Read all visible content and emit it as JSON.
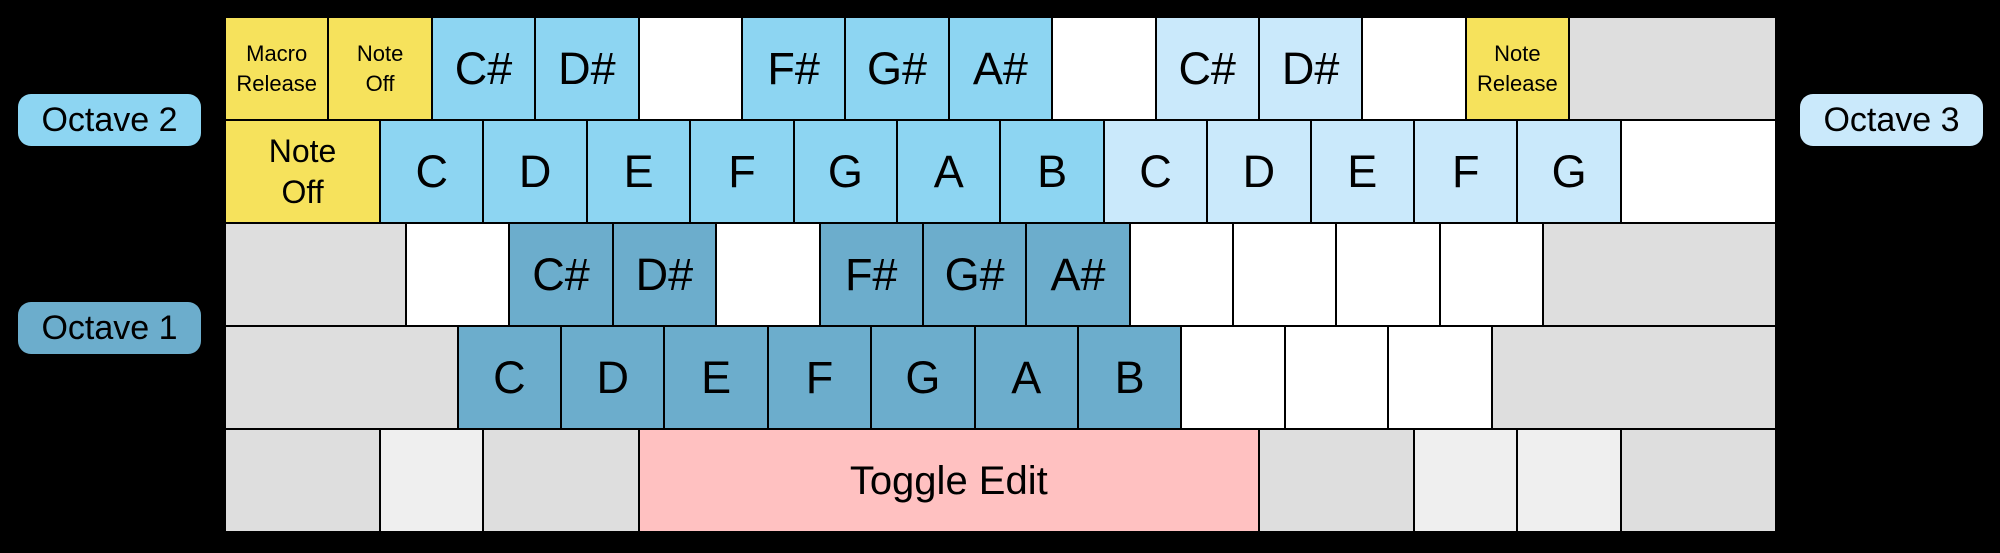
{
  "palette": {
    "yellow": "#F6E25C",
    "oct1": "#6CADCC",
    "oct2": "#8DD5F2",
    "oct3": "#CAE9FB",
    "white": "#FFFFFF",
    "gray": "#DEDEDE",
    "graylight": "#EFEFEF",
    "pink": "#FFC1C1",
    "background": "#000000",
    "key_border": "#000000",
    "text": "#000000"
  },
  "labels": {
    "octave2": {
      "text": "Octave 2",
      "color": "#8DD5F2"
    },
    "octave1": {
      "text": "Octave 1",
      "color": "#6CADCC"
    },
    "octave3": {
      "text": "Octave 3",
      "color": "#CAE9FB"
    }
  },
  "keyboard": {
    "rows": [
      {
        "keys": [
          {
            "name": "key-macro-release",
            "label": "Macro\nRelease",
            "type": "yellow",
            "size": "s",
            "w": 1
          },
          {
            "name": "key-note-off-row1",
            "label": "Note\nOff",
            "type": "yellow",
            "size": "s",
            "w": 1
          },
          {
            "name": "key-c-sharp-oct2",
            "label": "C#",
            "type": "oct2",
            "size": "l",
            "w": 1
          },
          {
            "name": "key-d-sharp-oct2",
            "label": "D#",
            "type": "oct2",
            "size": "l",
            "w": 1
          },
          {
            "name": "key-unassigned",
            "label": "",
            "type": "white",
            "size": "l",
            "w": 1
          },
          {
            "name": "key-f-sharp-oct2",
            "label": "F#",
            "type": "oct2",
            "size": "l",
            "w": 1
          },
          {
            "name": "key-g-sharp-oct2",
            "label": "G#",
            "type": "oct2",
            "size": "l",
            "w": 1
          },
          {
            "name": "key-a-sharp-oct2",
            "label": "A#",
            "type": "oct2",
            "size": "l",
            "w": 1
          },
          {
            "name": "key-unassigned",
            "label": "",
            "type": "white",
            "size": "l",
            "w": 1
          },
          {
            "name": "key-c-sharp-oct3",
            "label": "C#",
            "type": "oct3",
            "size": "l",
            "w": 1
          },
          {
            "name": "key-d-sharp-oct3",
            "label": "D#",
            "type": "oct3",
            "size": "l",
            "w": 1
          },
          {
            "name": "key-unassigned",
            "label": "",
            "type": "white",
            "size": "l",
            "w": 1
          },
          {
            "name": "key-note-release",
            "label": "Note\nRelease",
            "type": "yellow",
            "size": "s",
            "w": 1
          },
          {
            "name": "key-backspace-unassigned",
            "label": "",
            "type": "gray",
            "size": "l",
            "w": 2
          }
        ]
      },
      {
        "keys": [
          {
            "name": "key-note-off-tab",
            "label": "Note\nOff",
            "type": "yellow",
            "size": "m",
            "w": 1.5
          },
          {
            "name": "key-c-oct2",
            "label": "C",
            "type": "oct2",
            "size": "l",
            "w": 1
          },
          {
            "name": "key-d-oct2",
            "label": "D",
            "type": "oct2",
            "size": "l",
            "w": 1
          },
          {
            "name": "key-e-oct2",
            "label": "E",
            "type": "oct2",
            "size": "l",
            "w": 1
          },
          {
            "name": "key-f-oct2",
            "label": "F",
            "type": "oct2",
            "size": "l",
            "w": 1
          },
          {
            "name": "key-g-oct2",
            "label": "G",
            "type": "oct2",
            "size": "l",
            "w": 1
          },
          {
            "name": "key-a-oct2",
            "label": "A",
            "type": "oct2",
            "size": "l",
            "w": 1
          },
          {
            "name": "key-b-oct2",
            "label": "B",
            "type": "oct2",
            "size": "l",
            "w": 1
          },
          {
            "name": "key-c-oct3",
            "label": "C",
            "type": "oct3",
            "size": "l",
            "w": 1
          },
          {
            "name": "key-d-oct3",
            "label": "D",
            "type": "oct3",
            "size": "l",
            "w": 1
          },
          {
            "name": "key-e-oct3",
            "label": "E",
            "type": "oct3",
            "size": "l",
            "w": 1
          },
          {
            "name": "key-f-oct3",
            "label": "F",
            "type": "oct3",
            "size": "l",
            "w": 1
          },
          {
            "name": "key-g-oct3",
            "label": "G",
            "type": "oct3",
            "size": "l",
            "w": 1
          },
          {
            "name": "key-backslash-unassigned",
            "label": "",
            "type": "white",
            "size": "l",
            "w": 1.5
          }
        ]
      },
      {
        "keys": [
          {
            "name": "key-capslock-unassigned",
            "label": "",
            "type": "gray",
            "size": "l",
            "w": 1.75
          },
          {
            "name": "key-unassigned",
            "label": "",
            "type": "white",
            "size": "l",
            "w": 1
          },
          {
            "name": "key-c-sharp-oct1",
            "label": "C#",
            "type": "oct1",
            "size": "l",
            "w": 1
          },
          {
            "name": "key-d-sharp-oct1",
            "label": "D#",
            "type": "oct1",
            "size": "l",
            "w": 1
          },
          {
            "name": "key-unassigned",
            "label": "",
            "type": "white",
            "size": "l",
            "w": 1
          },
          {
            "name": "key-f-sharp-oct1",
            "label": "F#",
            "type": "oct1",
            "size": "l",
            "w": 1
          },
          {
            "name": "key-g-sharp-oct1",
            "label": "G#",
            "type": "oct1",
            "size": "l",
            "w": 1
          },
          {
            "name": "key-a-sharp-oct1",
            "label": "A#",
            "type": "oct1",
            "size": "l",
            "w": 1
          },
          {
            "name": "key-unassigned",
            "label": "",
            "type": "white",
            "size": "l",
            "w": 1
          },
          {
            "name": "key-unassigned",
            "label": "",
            "type": "white",
            "size": "l",
            "w": 1
          },
          {
            "name": "key-unassigned",
            "label": "",
            "type": "white",
            "size": "l",
            "w": 1
          },
          {
            "name": "key-unassigned",
            "label": "",
            "type": "white",
            "size": "l",
            "w": 1
          },
          {
            "name": "key-enter-unassigned",
            "label": "",
            "type": "gray",
            "size": "l",
            "w": 2.25
          }
        ]
      },
      {
        "keys": [
          {
            "name": "key-lshift-unassigned",
            "label": "",
            "type": "gray",
            "size": "l",
            "w": 2.25
          },
          {
            "name": "key-c-oct1",
            "label": "C",
            "type": "oct1",
            "size": "l",
            "w": 1
          },
          {
            "name": "key-d-oct1",
            "label": "D",
            "type": "oct1",
            "size": "l",
            "w": 1
          },
          {
            "name": "key-e-oct1",
            "label": "E",
            "type": "oct1",
            "size": "l",
            "w": 1
          },
          {
            "name": "key-f-oct1",
            "label": "F",
            "type": "oct1",
            "size": "l",
            "w": 1
          },
          {
            "name": "key-g-oct1",
            "label": "G",
            "type": "oct1",
            "size": "l",
            "w": 1
          },
          {
            "name": "key-a-oct1",
            "label": "A",
            "type": "oct1",
            "size": "l",
            "w": 1
          },
          {
            "name": "key-b-oct1",
            "label": "B",
            "type": "oct1",
            "size": "l",
            "w": 1
          },
          {
            "name": "key-unassigned",
            "label": "",
            "type": "white",
            "size": "l",
            "w": 1
          },
          {
            "name": "key-unassigned",
            "label": "",
            "type": "white",
            "size": "l",
            "w": 1
          },
          {
            "name": "key-unassigned",
            "label": "",
            "type": "white",
            "size": "l",
            "w": 1
          },
          {
            "name": "key-rshift-unassigned",
            "label": "",
            "type": "gray",
            "size": "l",
            "w": 2.75
          }
        ]
      },
      {
        "keys": [
          {
            "name": "key-lctrl-unassigned",
            "label": "",
            "type": "gray",
            "size": "l",
            "w": 1.5
          },
          {
            "name": "key-lwin-unassigned",
            "label": "",
            "type": "graylight",
            "size": "l",
            "w": 1
          },
          {
            "name": "key-lalt-unassigned",
            "label": "",
            "type": "gray",
            "size": "l",
            "w": 1.5
          },
          {
            "name": "key-space-toggle-edit",
            "label": "Toggle Edit",
            "type": "pink",
            "size": "ml",
            "w": 6
          },
          {
            "name": "key-ralt-unassigned",
            "label": "",
            "type": "gray",
            "size": "l",
            "w": 1.5
          },
          {
            "name": "key-rwin-unassigned",
            "label": "",
            "type": "graylight",
            "size": "l",
            "w": 1
          },
          {
            "name": "key-menu-unassigned",
            "label": "",
            "type": "graylight",
            "size": "l",
            "w": 1
          },
          {
            "name": "key-rctrl-unassigned",
            "label": "",
            "type": "gray",
            "size": "l",
            "w": 1.5
          }
        ]
      }
    ]
  }
}
